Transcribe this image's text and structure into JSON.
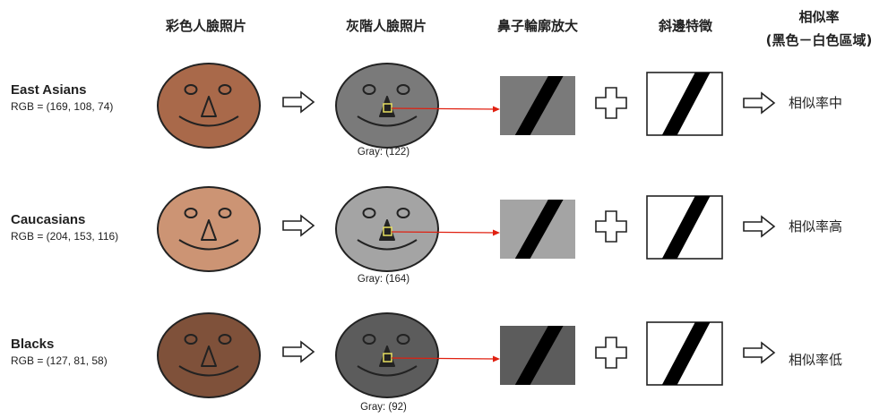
{
  "headers": {
    "color_photo": "彩色人臉照片",
    "gray_photo": "灰階人臉照片",
    "nose_zoom": "鼻子輪廓放大",
    "edge_feature": "斜邊特徵",
    "similarity_line1": "相似率",
    "similarity_line2": "(黑色－白色區域)"
  },
  "rows": [
    {
      "name": "East Asians",
      "rgb": "RGB = (169, 108, 74)",
      "face_color": "#a9694a",
      "gray_color": "#7a7a7a",
      "gray_label": "Gray: (122)",
      "result": "相似率中"
    },
    {
      "name": "Caucasians",
      "rgb": "RGB = (204, 153, 116)",
      "face_color": "#cc9474",
      "gray_color": "#a4a4a4",
      "gray_label": "Gray: (164)",
      "result": "相似率高"
    },
    {
      "name": "Blacks",
      "rgb": "RGB = (127, 81, 58)",
      "face_color": "#7f513a",
      "gray_color": "#5c5c5c",
      "gray_label": "Gray: (92)",
      "result": "相似率低"
    }
  ],
  "colors": {
    "outline": "#222222",
    "connector": "#e02010",
    "highlight_box": "#e8e060",
    "edge_stripe": "#000000",
    "edge_background": "#ffffff"
  },
  "icons": [
    "right-arrow-icon",
    "plus-icon"
  ]
}
